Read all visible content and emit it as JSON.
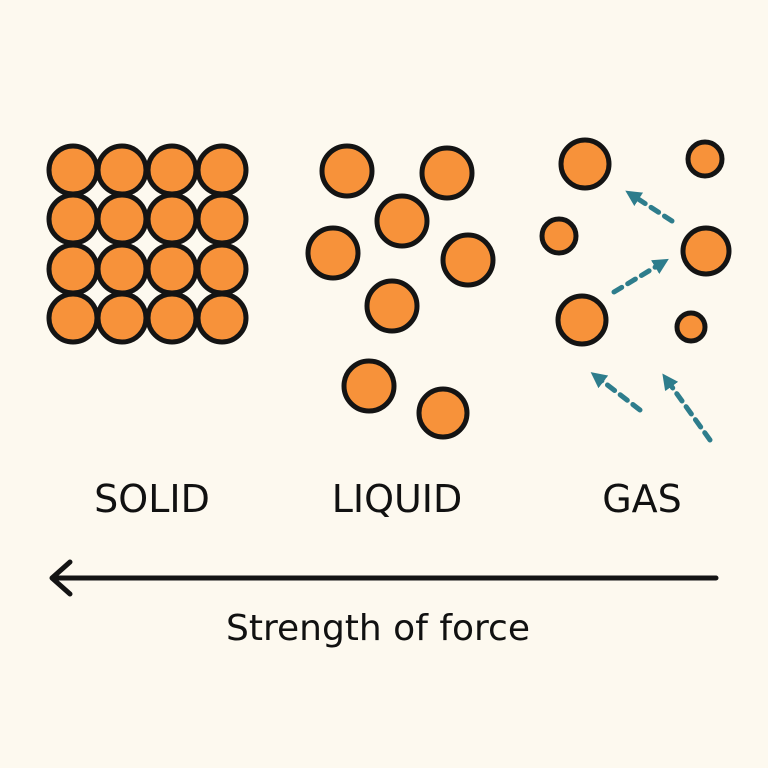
{
  "colors": {
    "background": "#fdf9ef",
    "particle_fill": "#f7923a",
    "particle_outline": "#141414",
    "motion_arrow": "#2e7d8c",
    "force_arrow": "#141414",
    "text": "#111111"
  },
  "states": [
    {
      "id": "solid",
      "label": "SOLID"
    },
    {
      "id": "liquid",
      "label": "LIQUID"
    },
    {
      "id": "gas",
      "label": "GAS"
    }
  ],
  "force_axis": {
    "label": "Strength of force",
    "arrow_direction": "left"
  }
}
